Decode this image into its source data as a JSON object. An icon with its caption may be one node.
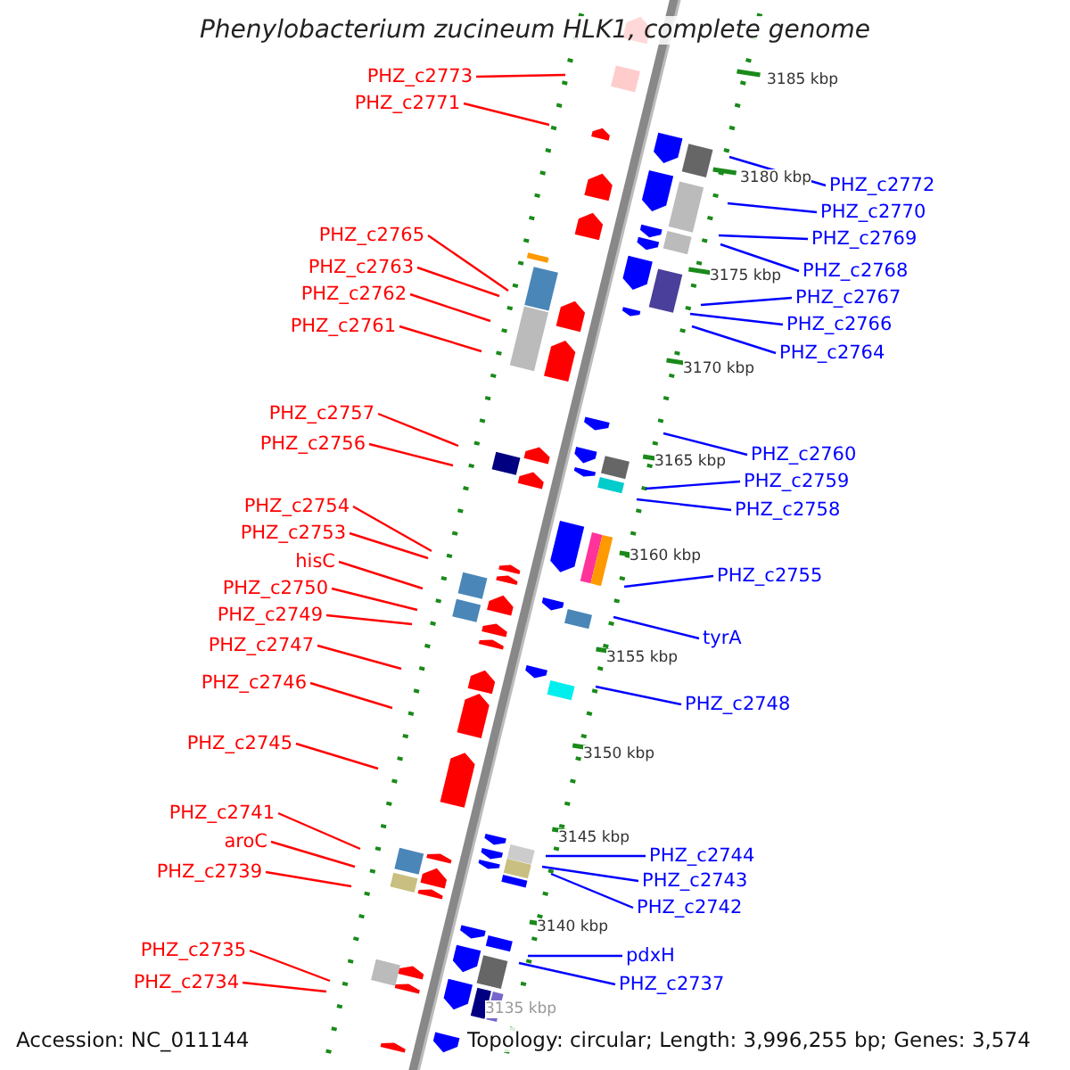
{
  "diagram": {
    "title": "Phenylobacterium zucineum HLK1, complete genome",
    "nodes": [
      {
        "text": [
          "PHZ_c2773"
        ]
      },
      {
        "text": [
          "PHZ_c2771"
        ]
      },
      {
        "text": [
          "PHZ_c2772"
        ]
      },
      {
        "text": [
          "PHZ_c2770"
        ]
      },
      {
        "text": [
          "PHZ_c2765"
        ]
      },
      {
        "text": [
          "PHZ_c2769"
        ]
      },
      {
        "text": [
          "PHZ_c2763"
        ]
      },
      {
        "text": [
          "PHZ_c2768"
        ]
      },
      {
        "text": [
          "PHZ_c2762"
        ]
      },
      {
        "text": [
          "PHZ_c2767"
        ]
      },
      {
        "text": [
          "PHZ_c2766"
        ]
      },
      {
        "text": [
          "PHZ_c2761"
        ]
      },
      {
        "text": [
          "PHZ_c2764"
        ]
      },
      {
        "text": [
          "PHZ_c2757"
        ]
      },
      {
        "text": [
          "PHZ_c2756"
        ]
      },
      {
        "text": [
          "PHZ_c2760"
        ]
      },
      {
        "text": [
          "PHZ_c2759"
        ]
      },
      {
        "text": [
          "PHZ_c2754"
        ]
      },
      {
        "text": [
          "PHZ_c2758"
        ]
      },
      {
        "text": [
          "PHZ_c2753"
        ]
      },
      {
        "text": [
          "hisC"
        ]
      },
      {
        "text": [
          "PHZ_c2755"
        ]
      },
      {
        "text": [
          "PHZ_c2750"
        ]
      },
      {
        "text": [
          "PHZ_c2749"
        ]
      },
      {
        "text": [
          "tyrA"
        ]
      },
      {
        "text": [
          "PHZ_c2747"
        ]
      },
      {
        "text": [
          "PHZ_c2746"
        ]
      },
      {
        "text": [
          "PHZ_c2748"
        ]
      },
      {
        "text": [
          "PHZ_c2745"
        ]
      },
      {
        "text": [
          "PHZ_c2741"
        ]
      },
      {
        "text": [
          "aroC"
        ]
      },
      {
        "text": [
          "PHZ_c2744"
        ]
      },
      {
        "text": [
          "PHZ_c2739"
        ]
      },
      {
        "text": [
          "PHZ_c2743"
        ]
      },
      {
        "text": [
          "PHZ_c2742"
        ]
      },
      {
        "text": [
          "PHZ_c2735"
        ]
      },
      {
        "text": [
          "pdxH"
        ]
      },
      {
        "text": [
          "PHZ_c2734"
        ]
      },
      {
        "text": [
          "PHZ_c2737"
        ]
      }
    ],
    "edges": [
      {
        "from": 0,
        "to": null,
        "arrow": "none"
      },
      {
        "from": 1,
        "to": null,
        "arrow": "none"
      },
      {
        "from": 2,
        "to": null,
        "arrow": "none",
        "color": "#0000ff"
      },
      {
        "from": 3,
        "to": null,
        "arrow": "none",
        "color": "#0000ff"
      },
      {
        "from": 4,
        "to": null,
        "arrow": "none"
      },
      {
        "from": 5,
        "to": null,
        "arrow": "none",
        "color": "#0000ff"
      },
      {
        "from": 6,
        "to": null,
        "arrow": "none"
      },
      {
        "from": 7,
        "to": null,
        "arrow": "none",
        "color": "#0000ff"
      },
      {
        "from": 8,
        "to": null,
        "arrow": "none"
      },
      {
        "from": 9,
        "to": null,
        "arrow": "none",
        "color": "#0000ff"
      },
      {
        "from": 10,
        "to": null,
        "arrow": "none",
        "color": "#0000ff"
      },
      {
        "from": 11,
        "to": null,
        "arrow": "none"
      },
      {
        "from": 12,
        "to": null,
        "arrow": "none",
        "color": "#0000ff"
      },
      {
        "from": 13,
        "to": null,
        "arrow": "none"
      },
      {
        "from": 14,
        "to": null,
        "arrow": "none"
      },
      {
        "from": 15,
        "to": null,
        "arrow": "none",
        "color": "#0000ff"
      },
      {
        "from": 16,
        "to": null,
        "arrow": "none",
        "color": "#0000ff"
      },
      {
        "from": 17,
        "to": null,
        "arrow": "none"
      },
      {
        "from": 18,
        "to": null,
        "arrow": "none",
        "color": "#0000ff"
      },
      {
        "from": 19,
        "to": null,
        "arrow": "none"
      },
      {
        "from": 20,
        "to": null,
        "arrow": "none"
      },
      {
        "from": 21,
        "to": null,
        "arrow": "none",
        "color": "#0000ff"
      },
      {
        "from": 22,
        "to": null,
        "arrow": "none"
      },
      {
        "from": 23,
        "to": null,
        "arrow": "none"
      },
      {
        "from": 24,
        "to": null,
        "arrow": "none",
        "color": "#0000ff"
      },
      {
        "from": 25,
        "to": null,
        "arrow": "none"
      },
      {
        "from": 26,
        "to": null,
        "arrow": "none"
      },
      {
        "from": 27,
        "to": null,
        "arrow": "none",
        "color": "#0000ff"
      },
      {
        "from": 28,
        "to": null,
        "arrow": "none"
      },
      {
        "from": 29,
        "to": null,
        "arrow": "none"
      },
      {
        "from": 30,
        "to": null,
        "arrow": "none"
      },
      {
        "from": 31,
        "to": null,
        "arrow": "none",
        "color": "#0000ff"
      },
      {
        "from": 32,
        "to": null,
        "arrow": "none"
      },
      {
        "from": 33,
        "to": null,
        "arrow": "none",
        "color": "#0000ff"
      },
      {
        "from": 34,
        "to": null,
        "arrow": "none",
        "color": "#0000ff"
      },
      {
        "from": 35,
        "to": null,
        "arrow": "none"
      },
      {
        "from": 36,
        "to": null,
        "arrow": "none",
        "color": "#0000ff"
      },
      {
        "from": 37,
        "to": null,
        "arrow": "none"
      },
      {
        "from": 38,
        "to": null,
        "arrow": "none",
        "color": "#0000ff"
      }
    ],
    "labels": [
      "3185 kbp",
      "3180 kbp",
      "3175 kbp",
      "3170 kbp",
      "3165 kbp",
      "3160 kbp",
      "3155 kbp",
      "3150 kbp",
      "3145 kbp",
      "3140 kbp",
      "3135 kbp",
      "Accession: NC_011144",
      "Topology: circular; Length: 3,996,255 bp; Genes: 3,574"
    ]
  }
}
